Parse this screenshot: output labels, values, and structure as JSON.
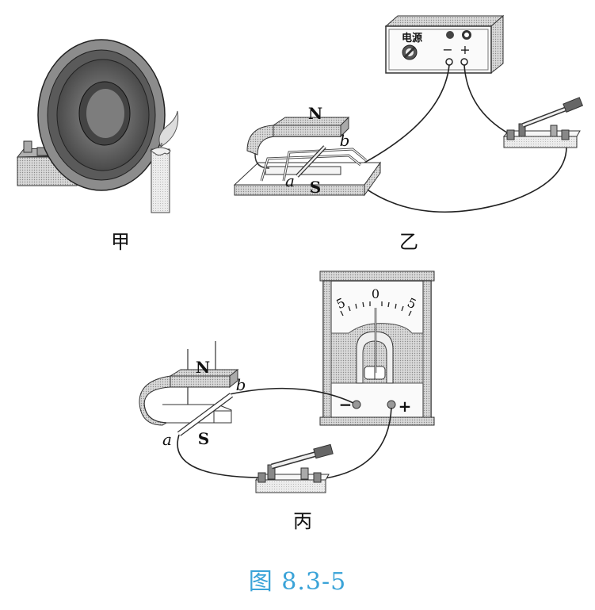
{
  "figure": {
    "caption": "图 8.3-5",
    "caption_color": "#3aa3d8"
  },
  "panels": {
    "jia": {
      "label": "甲",
      "description": "speaker with candle"
    },
    "yi": {
      "label": "乙",
      "power_supply": {
        "label": "电源",
        "minus": "−",
        "plus": "+"
      },
      "magnet": {
        "north": "N",
        "south": "S"
      },
      "rod_ends": {
        "a": "a",
        "b": "b"
      }
    },
    "bing": {
      "label": "丙",
      "galvanometer": {
        "left_scale": "5",
        "center_scale": "0",
        "right_scale": "5",
        "minus": "−",
        "plus": "+"
      },
      "magnet": {
        "north": "N",
        "south": "S"
      },
      "rod_ends": {
        "a": "a",
        "b": "b"
      }
    }
  }
}
